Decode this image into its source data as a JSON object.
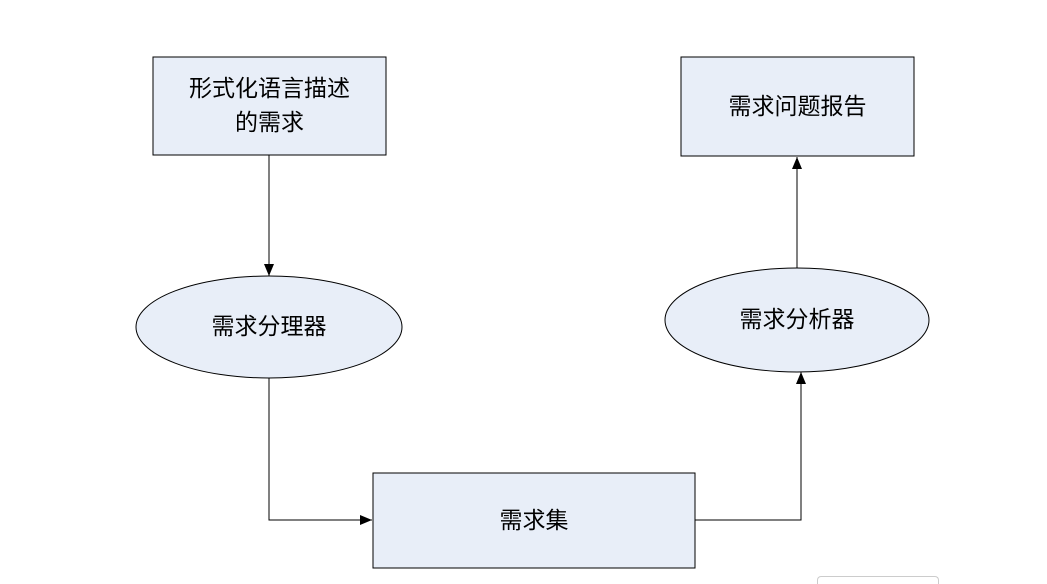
{
  "colors": {
    "node_fill": "#e8eef8",
    "stroke": "#000000",
    "background": "#ffffff"
  },
  "nodes": {
    "formal_requirements": {
      "line1": "形式化语言描述",
      "line2": "的需求"
    },
    "requirement_classifier": {
      "label": "需求分理器"
    },
    "requirement_set": {
      "label": "需求集"
    },
    "requirement_analyzer": {
      "label": "需求分析器"
    },
    "problem_report": {
      "label": "需求问题报告"
    }
  }
}
